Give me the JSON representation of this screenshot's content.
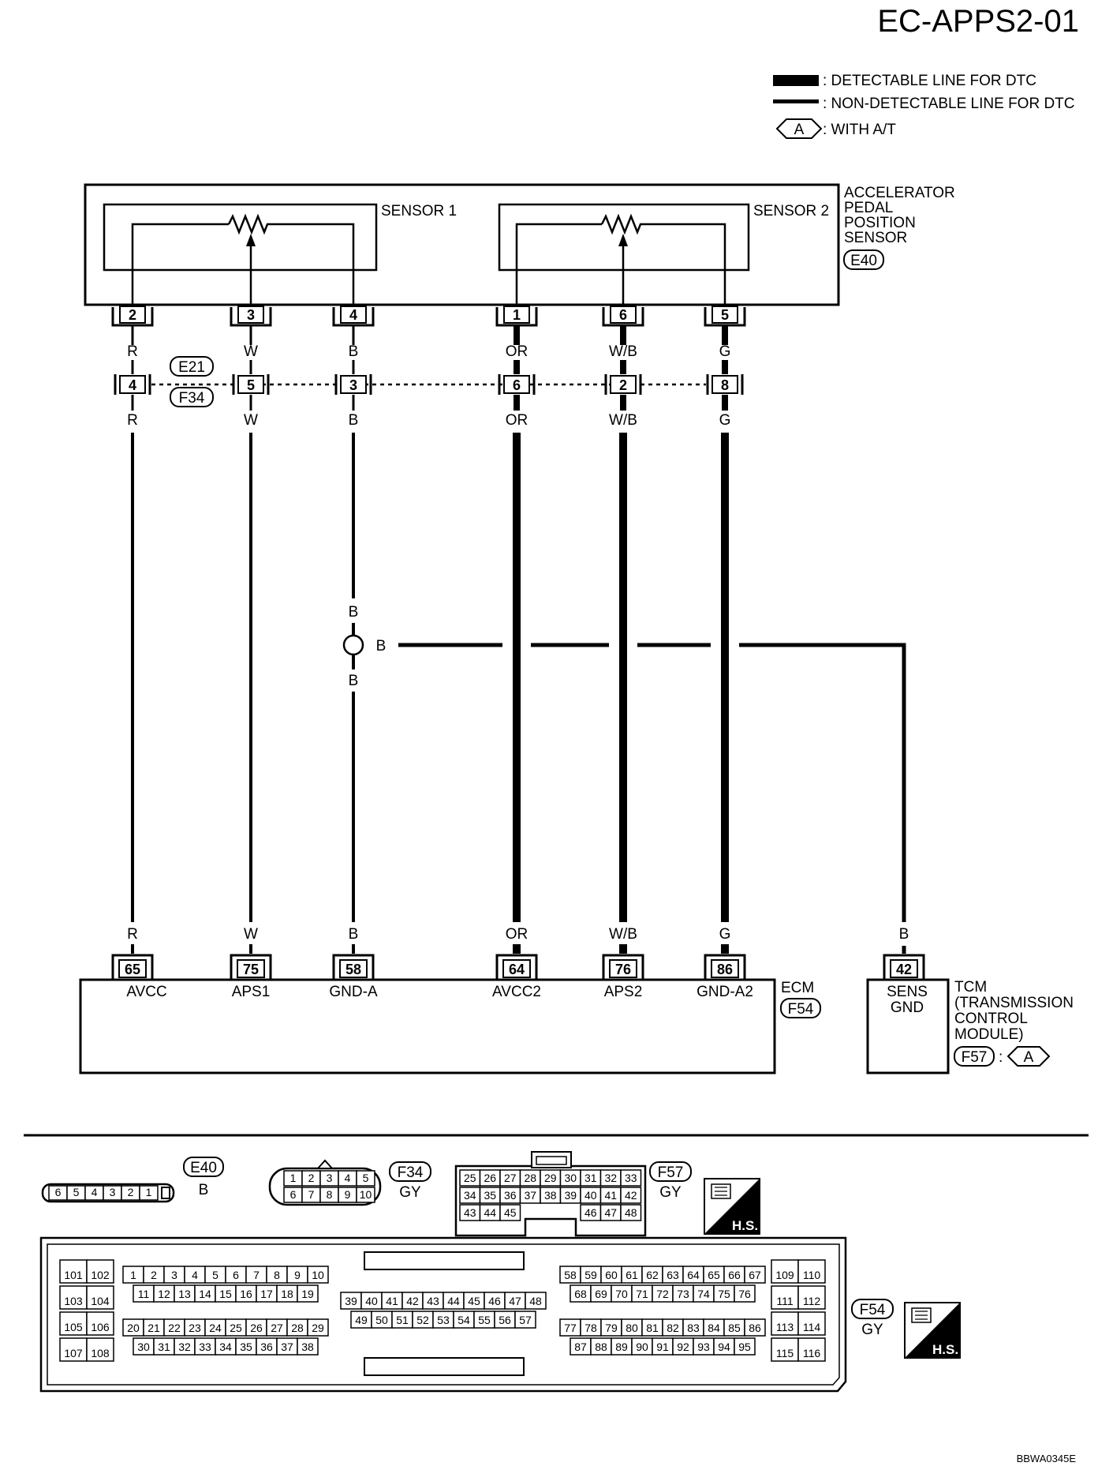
{
  "page": {
    "title": "EC-APPS2-01",
    "figure_id": "BBWA0345E"
  },
  "legend": {
    "detectable": ": DETECTABLE LINE FOR DTC",
    "non_detectable": ": NON-DETECTABLE LINE FOR DTC",
    "with_at_code": "A",
    "with_at": ": WITH A/T"
  },
  "apps": {
    "name_lines": [
      "ACCELERATOR",
      "PEDAL",
      "POSITION",
      "SENSOR"
    ],
    "connector": "E40",
    "sensor1": "SENSOR 1",
    "sensor2": "SENSOR 2",
    "pins": [
      "2",
      "3",
      "4",
      "1",
      "6",
      "5"
    ]
  },
  "wire_colors": [
    "R",
    "W",
    "B",
    "OR",
    "W/B",
    "G"
  ],
  "inline_connector": {
    "codes": [
      "E21",
      "F34"
    ],
    "pins": [
      "4",
      "5",
      "3",
      "6",
      "2",
      "8"
    ]
  },
  "splice": {
    "labels": [
      "B",
      "B",
      "B"
    ]
  },
  "ecm": {
    "name": "ECM",
    "connector": "F54",
    "pins": [
      "65",
      "75",
      "58",
      "64",
      "76",
      "86"
    ],
    "terminals": [
      "AVCC",
      "APS1",
      "GND-A",
      "AVCC2",
      "APS2",
      "GND-A2"
    ]
  },
  "tcm": {
    "wire_color": "B",
    "pin": "42",
    "terminal_lines": [
      "SENS",
      "GND"
    ],
    "name_lines": [
      "TCM",
      "(TRANSMISSION",
      "CONTROL",
      "MODULE)"
    ],
    "connector": "F57",
    "connector_suffix": ":",
    "with_code": "A"
  },
  "connector_views": {
    "e40": {
      "code": "E40",
      "color": "B",
      "pins": [
        "6",
        "5",
        "4",
        "3",
        "2",
        "1"
      ]
    },
    "f34": {
      "code": "F34",
      "color": "GY",
      "row1": [
        "1",
        "2",
        "3",
        "4",
        "5"
      ],
      "row2": [
        "6",
        "7",
        "8",
        "9",
        "10"
      ]
    },
    "f57": {
      "code": "F57",
      "color": "GY",
      "row1": [
        "25",
        "26",
        "27",
        "28",
        "29",
        "30",
        "31",
        "32",
        "33"
      ],
      "row2": [
        "34",
        "35",
        "36",
        "37",
        "38",
        "39",
        "40",
        "41",
        "42"
      ],
      "row3a": [
        "43",
        "44",
        "45"
      ],
      "row3b": [
        "46",
        "47",
        "48"
      ]
    },
    "f54": {
      "code": "F54",
      "color": "GY",
      "left_block": [
        [
          "101",
          "102"
        ],
        [
          "103",
          "104"
        ],
        [
          "105",
          "106"
        ],
        [
          "107",
          "108"
        ]
      ],
      "g1_row1": [
        "1",
        "2",
        "3",
        "4",
        "5",
        "6",
        "7",
        "8",
        "9",
        "10"
      ],
      "g1_row2": [
        "11",
        "12",
        "13",
        "14",
        "15",
        "16",
        "17",
        "18",
        "19"
      ],
      "g1_row3": [
        "20",
        "21",
        "22",
        "23",
        "24",
        "25",
        "26",
        "27",
        "28",
        "29"
      ],
      "g1_row4": [
        "30",
        "31",
        "32",
        "33",
        "34",
        "35",
        "36",
        "37",
        "38"
      ],
      "g2_row1": [
        "39",
        "40",
        "41",
        "42",
        "43",
        "44",
        "45",
        "46",
        "47",
        "48"
      ],
      "g2_row2": [
        "49",
        "50",
        "51",
        "52",
        "53",
        "54",
        "55",
        "56",
        "57"
      ],
      "g3_row1": [
        "58",
        "59",
        "60",
        "61",
        "62",
        "63",
        "64",
        "65",
        "66",
        "67"
      ],
      "g3_row2": [
        "68",
        "69",
        "70",
        "71",
        "72",
        "73",
        "74",
        "75",
        "76"
      ],
      "g3_row3": [
        "77",
        "78",
        "79",
        "80",
        "81",
        "82",
        "83",
        "84",
        "85",
        "86"
      ],
      "g3_row4": [
        "87",
        "88",
        "89",
        "90",
        "91",
        "92",
        "93",
        "94",
        "95"
      ],
      "right_block": [
        [
          "109",
          "110"
        ],
        [
          "111",
          "112"
        ],
        [
          "113",
          "114"
        ],
        [
          "115",
          "116"
        ]
      ]
    },
    "hs_label": "H.S."
  },
  "icons": {
    "hs": "harness-side-connector-icon",
    "resistor": "potentiometer-icon"
  }
}
